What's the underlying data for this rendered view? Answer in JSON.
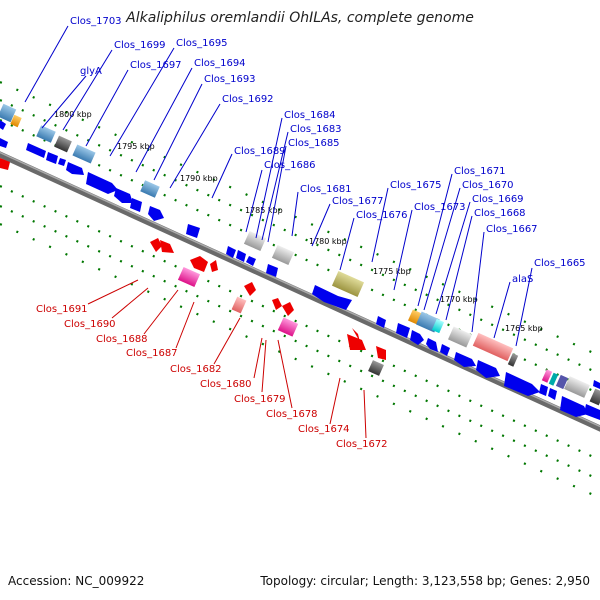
{
  "title": "Alkaliphilus oremlandii OhILAs, complete genome",
  "footer": {
    "accession": "Accession: NC_009922",
    "stats": "Topology: circular; Length: 3,123,558 bp; Genes: 2,950"
  },
  "colors": {
    "forward_cds": "#0000ee",
    "reverse_cds": "#ee0000",
    "backbone": "#808080",
    "tick": "#007700",
    "forward_label": "#0000cc",
    "reverse_label": "#cc0000"
  },
  "kbp_markers": [
    "1800 kbp",
    "1795 kbp",
    "1790 kbp",
    "1785 kbp",
    "1780 kbp",
    "1775 kbp",
    "1770 kbp",
    "1765 kbp"
  ],
  "forward_labels": [
    "Clos_1703",
    "Clos_1699",
    "Clos_1695",
    "glyA",
    "Clos_1697",
    "Clos_1694",
    "Clos_1693",
    "Clos_1692",
    "Clos_1684",
    "Clos_1683",
    "Clos_1685",
    "Clos_1689",
    "Clos_1686",
    "Clos_1681",
    "Clos_1677",
    "Clos_1676",
    "Clos_1675",
    "Clos_1671",
    "Clos_1670",
    "Clos_1673",
    "Clos_1669",
    "Clos_1668",
    "Clos_1667",
    "alaS",
    "Clos_1665"
  ],
  "reverse_labels": [
    "Clos_1691",
    "Clos_1690",
    "Clos_1688",
    "Clos_1687",
    "Clos_1682",
    "Clos_1680",
    "Clos_1679",
    "Clos_1678",
    "Clos_1674",
    "Clos_1672"
  ]
}
